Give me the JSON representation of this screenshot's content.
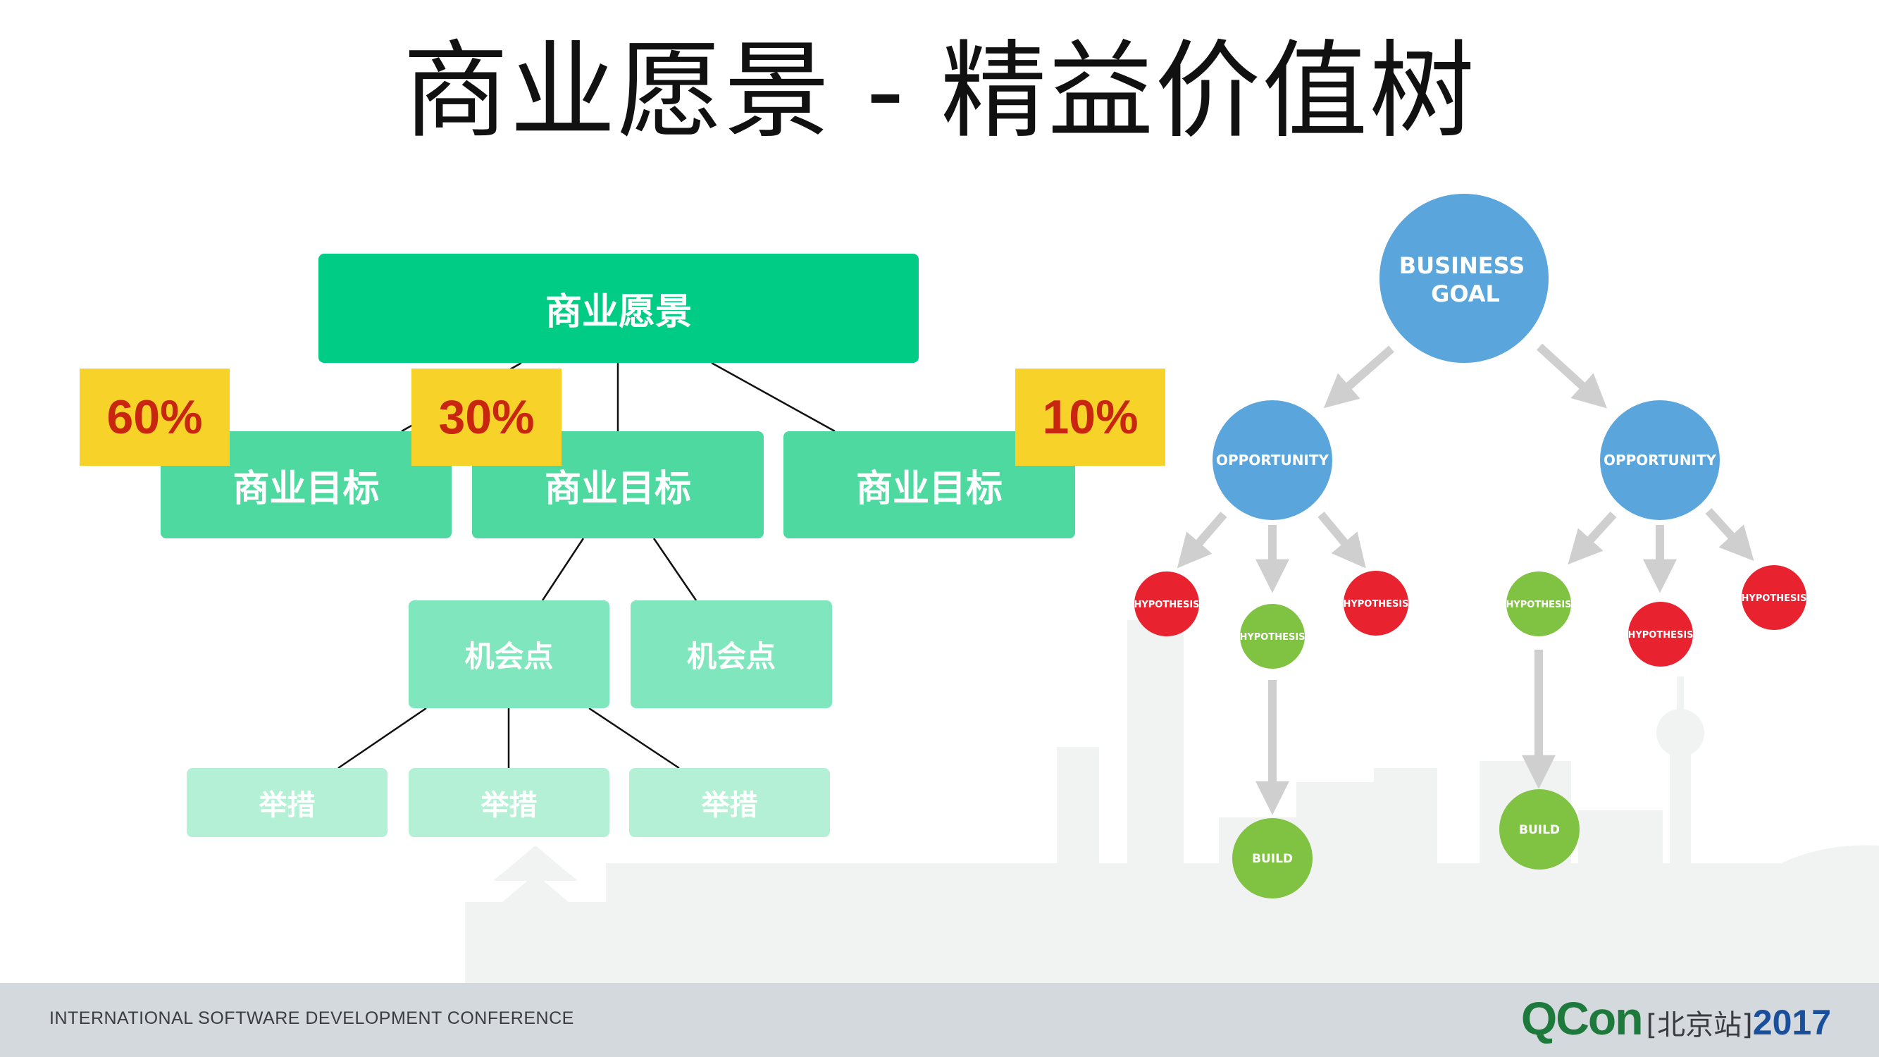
{
  "title": "商业愿景 - 精益价值树",
  "left_tree": {
    "vision": "商业愿景",
    "goals": [
      "商业目标",
      "商业目标",
      "商业目标"
    ],
    "percentages": [
      "60%",
      "30%",
      "10%"
    ],
    "opportunities": [
      "机会点",
      "机会点"
    ],
    "actions": [
      "举措",
      "举措",
      "举措"
    ]
  },
  "right_tree": {
    "business_goal": [
      "BUSINESS",
      "GOAL"
    ],
    "opportunities": [
      "OPPORTUNITY",
      "OPPORTUNITY"
    ],
    "hypotheses": [
      "HYPOTHESIS",
      "HYPOTHESIS",
      "HYPOTHESIS",
      "HYPOTHESIS",
      "HYPOTHESIS",
      "HYPOTHESIS"
    ],
    "builds": [
      "BUILD",
      "BUILD"
    ]
  },
  "footer": {
    "conference": "INTERNATIONAL SOFTWARE DEVELOPMENT CONFERENCE",
    "brand": "QCon",
    "site": "[北京站]",
    "year": "2017"
  },
  "colors": {
    "vision": "#00cc85",
    "goal": "#4dd9a0",
    "opportunity_box": "#80e6bd",
    "action_box": "#b3f0d6",
    "percent_bg": "#f7d32a",
    "percent_text": "#c8260f",
    "circle_blue": "#5aa5db",
    "circle_red": "#e8232f",
    "circle_green": "#80c241"
  }
}
